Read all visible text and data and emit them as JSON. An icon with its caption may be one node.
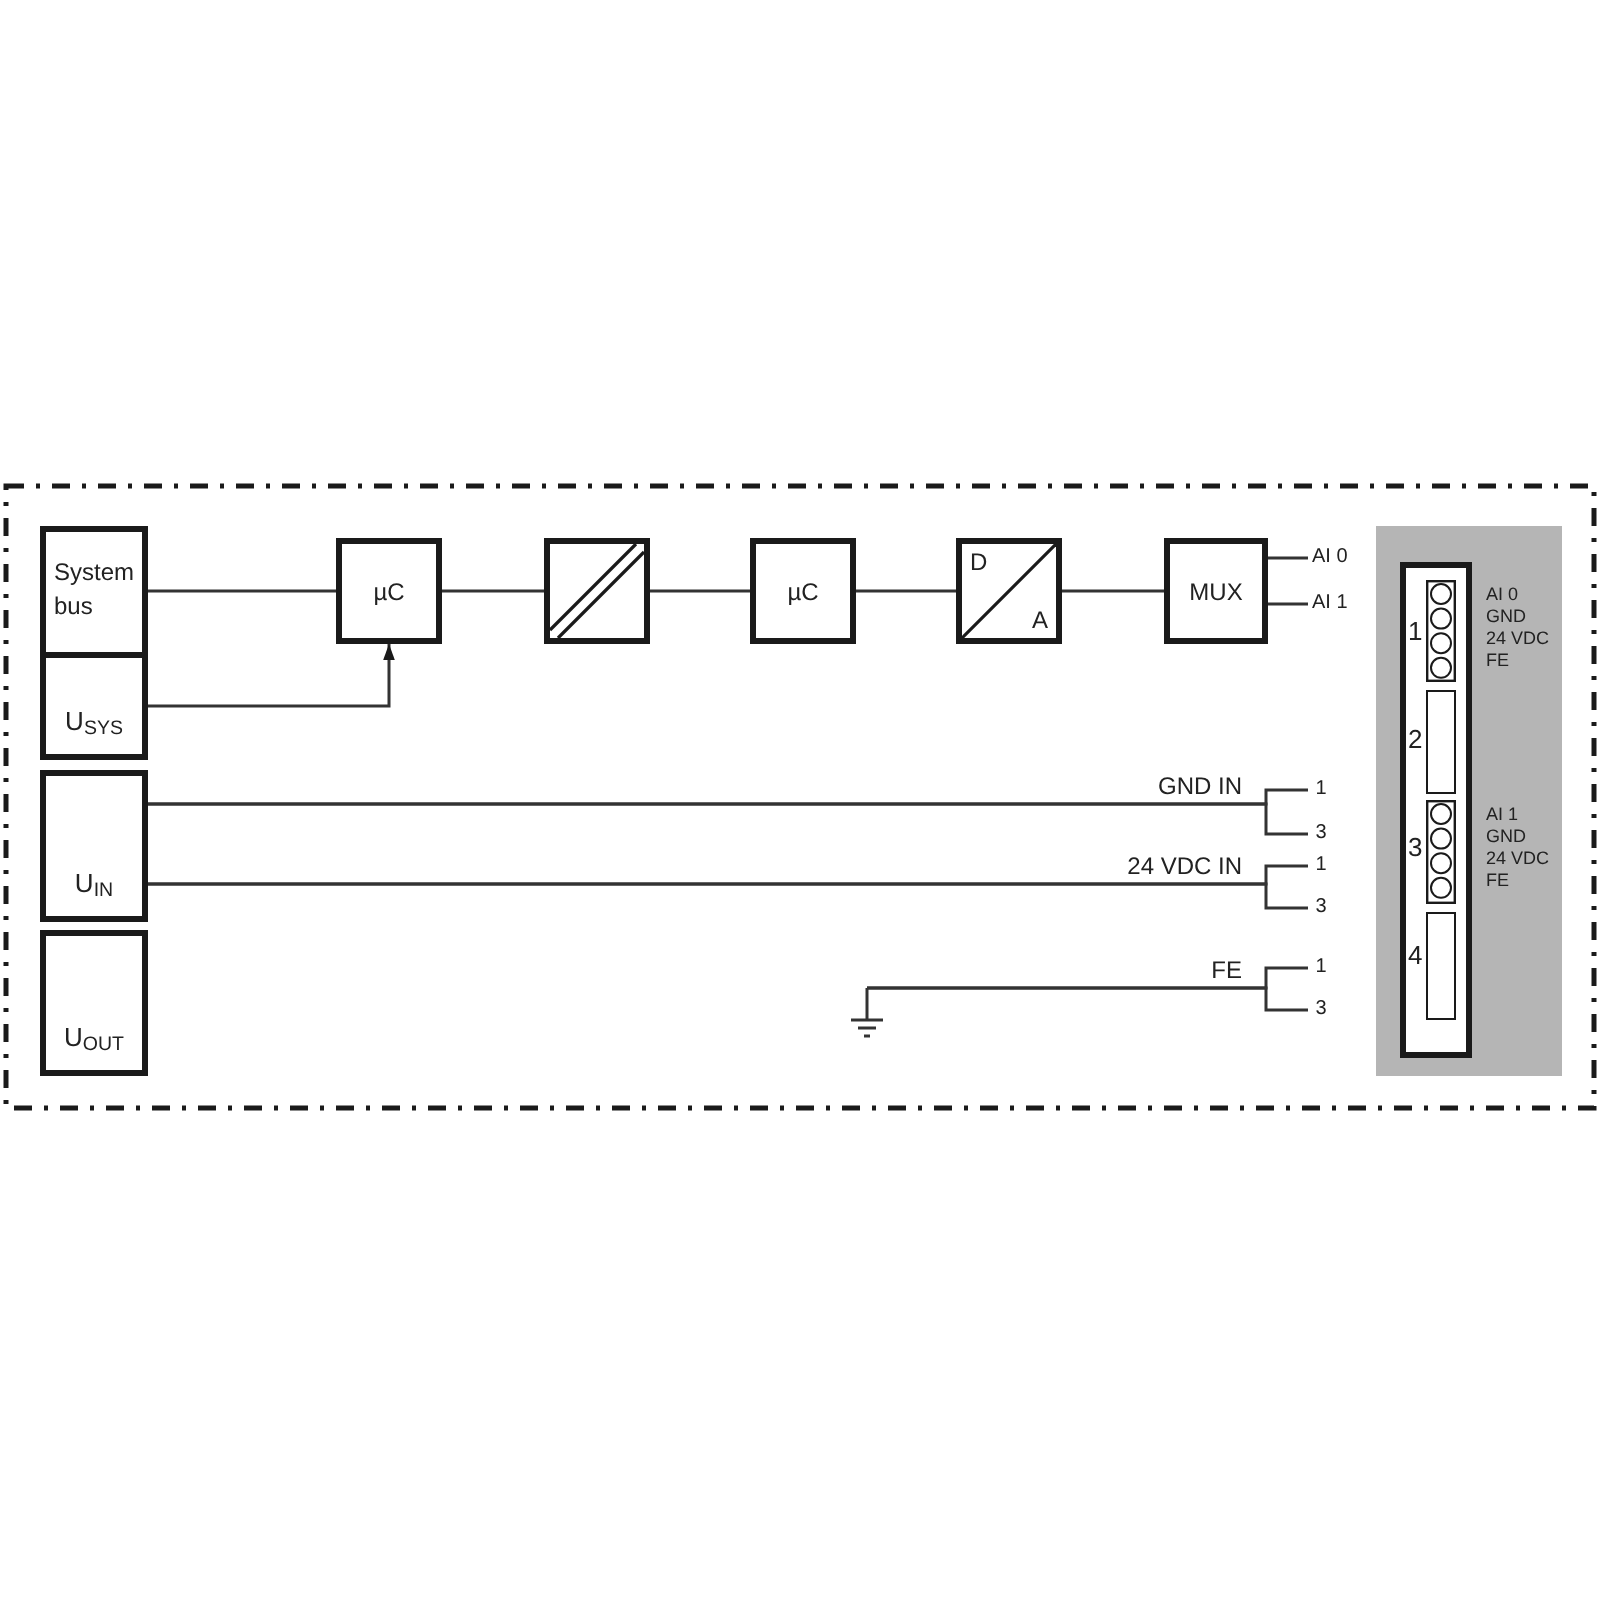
{
  "diagram": {
    "nodes": [
      {
        "text": [
          "System bus"
        ]
      },
      {
        "text": [
          "U$_{SYS}$"
        ]
      },
      {
        "text": [
          "U$_{IN}$"
        ]
      },
      {
        "text": [
          "U$_{OUT}$"
        ]
      },
      {
        "text": [
          "µC"
        ]
      },
      {
        "text": [],
        "shape": "box"
      },
      {
        "text": [
          "µC"
        ]
      },
      {
        "text": [
          "D",
          "A"
        ]
      },
      {
        "text": [
          "MUX"
        ]
      },
      {
        "text": [
          "AI 0"
        ]
      },
      {
        "text": [
          "AI 1"
        ]
      },
      {
        "text": [
          "1"
        ]
      },
      {
        "text": [
          "3"
        ]
      },
      {
        "text": [
          "1"
        ]
      },
      {
        "text": [
          "3"
        ]
      },
      {
        "text": [],
        "shape": "ground"
      },
      {
        "text": [
          "1"
        ]
      },
      {
        "text": [
          "3"
        ]
      }
    ],
    "edges": [
      {
        "from": 0,
        "to": 4,
        "arrow": "none"
      },
      {
        "from": 4,
        "to": 5,
        "arrow": "none"
      },
      {
        "from": 5,
        "to": 6,
        "arrow": "none"
      },
      {
        "from": 6,
        "to": 7,
        "arrow": "none"
      },
      {
        "from": 7,
        "to": 8,
        "arrow": "none"
      },
      {
        "from": 8,
        "to": 9,
        "arrow": "none"
      },
      {
        "from": 8,
        "to": 10,
        "arrow": "none"
      },
      {
        "from": 1,
        "to": 4,
        "arrow": "to"
      },
      {
        "from": 2,
        "to": 11,
        "arrow": "none",
        "label": "GND IN"
      },
      {
        "from": 2,
        "to": 12,
        "arrow": "none"
      },
      {
        "from": 2,
        "to": 13,
        "arrow": "none",
        "label": "24 VDC IN"
      },
      {
        "from": 2,
        "to": 14,
        "arrow": "none"
      },
      {
        "from": 15,
        "to": 16,
        "arrow": "none",
        "label": "FE"
      },
      {
        "from": 15,
        "to": 17,
        "arrow": "none"
      }
    ],
    "labels": [
      "1",
      "AI 0",
      "GND",
      "24 VDC",
      "FE",
      "2",
      "3",
      "AI 1",
      "GND",
      "24 VDC",
      "FE",
      "4"
    ]
  }
}
